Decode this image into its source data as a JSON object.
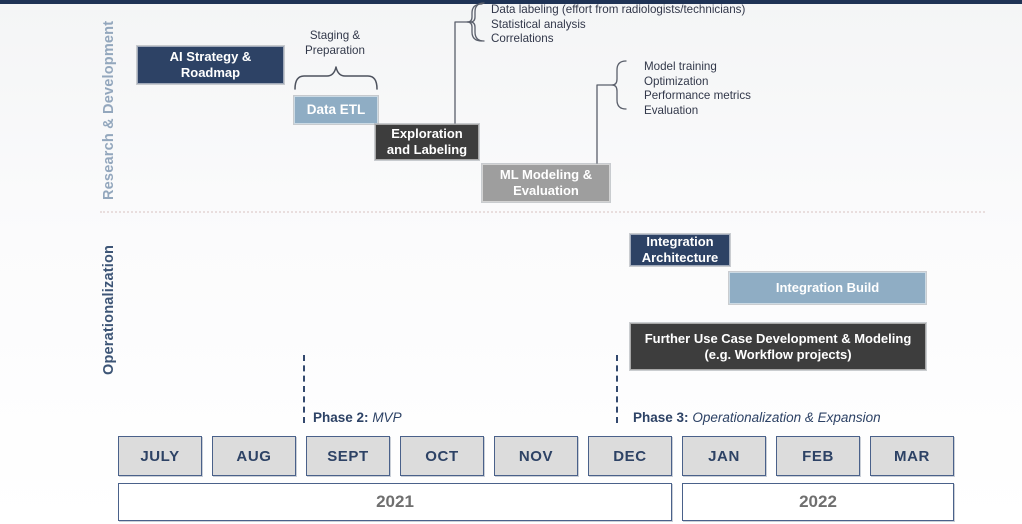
{
  "lanes": [
    {
      "id": "research-development",
      "label": "Research & Development"
    },
    {
      "id": "operationalization",
      "label": "Operationalization"
    }
  ],
  "research_boxes": [
    {
      "id": "ai-strategy-roadmap",
      "label": "AI Strategy & Roadmap",
      "style": "navy"
    },
    {
      "id": "data-etl",
      "label": "Data ETL",
      "style": "steel"
    },
    {
      "id": "exploration-and-labeling",
      "label": "Exploration and Labeling",
      "style": "dark"
    },
    {
      "id": "ml-modeling-evaluation",
      "label": "ML Modeling & Evaluation",
      "style": "gray"
    }
  ],
  "operationalization_boxes": [
    {
      "id": "integration-architecture",
      "label": "Integration Architecture",
      "style": "navy"
    },
    {
      "id": "integration-build",
      "label": "Integration Build",
      "style": "steel"
    },
    {
      "id": "further-use-case",
      "label": "Further Use Case Development & Modeling (e.g. Workflow projects)",
      "style": "dark"
    }
  ],
  "brace_label": "Staging & Preparation",
  "annotations": [
    {
      "id": "exploration-notes",
      "lines": [
        "Data labeling (effort from radiologists/technicians)",
        "Statistical analysis",
        "Correlations"
      ]
    },
    {
      "id": "modeling-notes",
      "lines": [
        "Model training",
        "Optimization",
        "Performance metrics",
        "Evaluation"
      ]
    }
  ],
  "phases": [
    {
      "id": "phase-2",
      "name": "Phase 2",
      "separator": ":",
      "description": "MVP"
    },
    {
      "id": "phase-3",
      "name": "Phase 3",
      "separator": ":",
      "description": "Operationalization & Expansion"
    }
  ],
  "timeline": {
    "months": [
      "JULY",
      "AUG",
      "SEPT",
      "OCT",
      "NOV",
      "DEC",
      "JAN",
      "FEB",
      "MAR"
    ],
    "years": [
      {
        "label": "2021",
        "span_months": 6
      },
      {
        "label": "2022",
        "span_months": 3
      }
    ]
  },
  "colors": {
    "navy": "#2d4265",
    "steel": "#8fadc4",
    "dark": "#3d3d3d",
    "gray": "#9e9e9e",
    "month_fill": "#dcdcdc",
    "border_navy": "#4a618a",
    "lane_label_muted": "#93a7bd",
    "lane_label_dark": "#3d5576"
  }
}
